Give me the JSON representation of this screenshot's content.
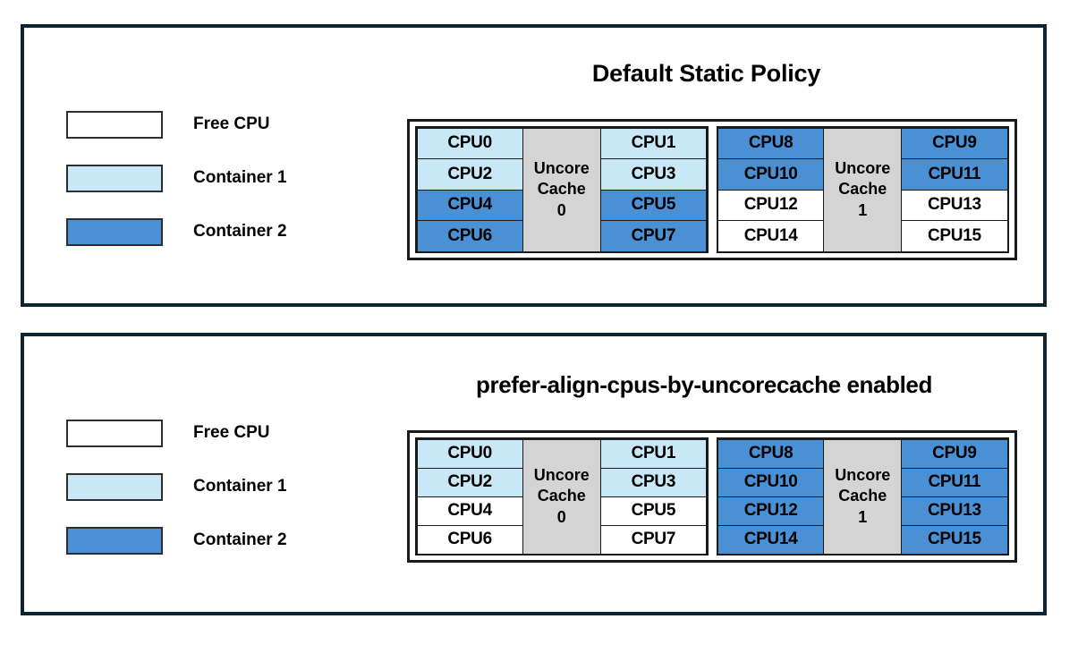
{
  "colors": {
    "free_cpu": "#ffffff",
    "container1": "#c9e8f7",
    "container2": "#4a90d4",
    "cache": "#d4d4d4",
    "frame": "#0d2433",
    "outline": "#1a1a1a"
  },
  "legend": {
    "items": [
      {
        "label": "Free CPU",
        "color_key": "free_cpu"
      },
      {
        "label": "Container 1",
        "color_key": "container1"
      },
      {
        "label": "Container 2",
        "color_key": "container2"
      }
    ]
  },
  "panels": [
    {
      "id": "top",
      "title": "Default Static Policy",
      "sockets": [
        {
          "cache_label_line1": "Uncore",
          "cache_label_line2": "Cache",
          "cache_index": "0",
          "left_column": [
            {
              "label": "CPU0",
              "state": "container1"
            },
            {
              "label": "CPU2",
              "state": "container1"
            },
            {
              "label": "CPU4",
              "state": "container2"
            },
            {
              "label": "CPU6",
              "state": "container2"
            }
          ],
          "right_column": [
            {
              "label": "CPU1",
              "state": "container1"
            },
            {
              "label": "CPU3",
              "state": "container1"
            },
            {
              "label": "CPU5",
              "state": "container2"
            },
            {
              "label": "CPU7",
              "state": "container2"
            }
          ]
        },
        {
          "cache_label_line1": "Uncore",
          "cache_label_line2": "Cache",
          "cache_index": "1",
          "left_column": [
            {
              "label": "CPU8",
              "state": "container2"
            },
            {
              "label": "CPU10",
              "state": "container2"
            },
            {
              "label": "CPU12",
              "state": "free_cpu"
            },
            {
              "label": "CPU14",
              "state": "free_cpu"
            }
          ],
          "right_column": [
            {
              "label": "CPU9",
              "state": "container2"
            },
            {
              "label": "CPU11",
              "state": "container2"
            },
            {
              "label": "CPU13",
              "state": "free_cpu"
            },
            {
              "label": "CPU15",
              "state": "free_cpu"
            }
          ]
        }
      ]
    },
    {
      "id": "bottom",
      "title": "prefer-align-cpus-by-uncorecache enabled",
      "sockets": [
        {
          "cache_label_line1": "Uncore",
          "cache_label_line2": "Cache",
          "cache_index": "0",
          "left_column": [
            {
              "label": "CPU0",
              "state": "container1"
            },
            {
              "label": "CPU2",
              "state": "container1"
            },
            {
              "label": "CPU4",
              "state": "free_cpu"
            },
            {
              "label": "CPU6",
              "state": "free_cpu"
            }
          ],
          "right_column": [
            {
              "label": "CPU1",
              "state": "container1"
            },
            {
              "label": "CPU3",
              "state": "container1"
            },
            {
              "label": "CPU5",
              "state": "free_cpu"
            },
            {
              "label": "CPU7",
              "state": "free_cpu"
            }
          ]
        },
        {
          "cache_label_line1": "Uncore",
          "cache_label_line2": "Cache",
          "cache_index": "1",
          "left_column": [
            {
              "label": "CPU8",
              "state": "container2"
            },
            {
              "label": "CPU10",
              "state": "container2"
            },
            {
              "label": "CPU12",
              "state": "container2"
            },
            {
              "label": "CPU14",
              "state": "container2"
            }
          ],
          "right_column": [
            {
              "label": "CPU9",
              "state": "container2"
            },
            {
              "label": "CPU11",
              "state": "container2"
            },
            {
              "label": "CPU13",
              "state": "container2"
            },
            {
              "label": "CPU15",
              "state": "container2"
            }
          ]
        }
      ]
    }
  ]
}
